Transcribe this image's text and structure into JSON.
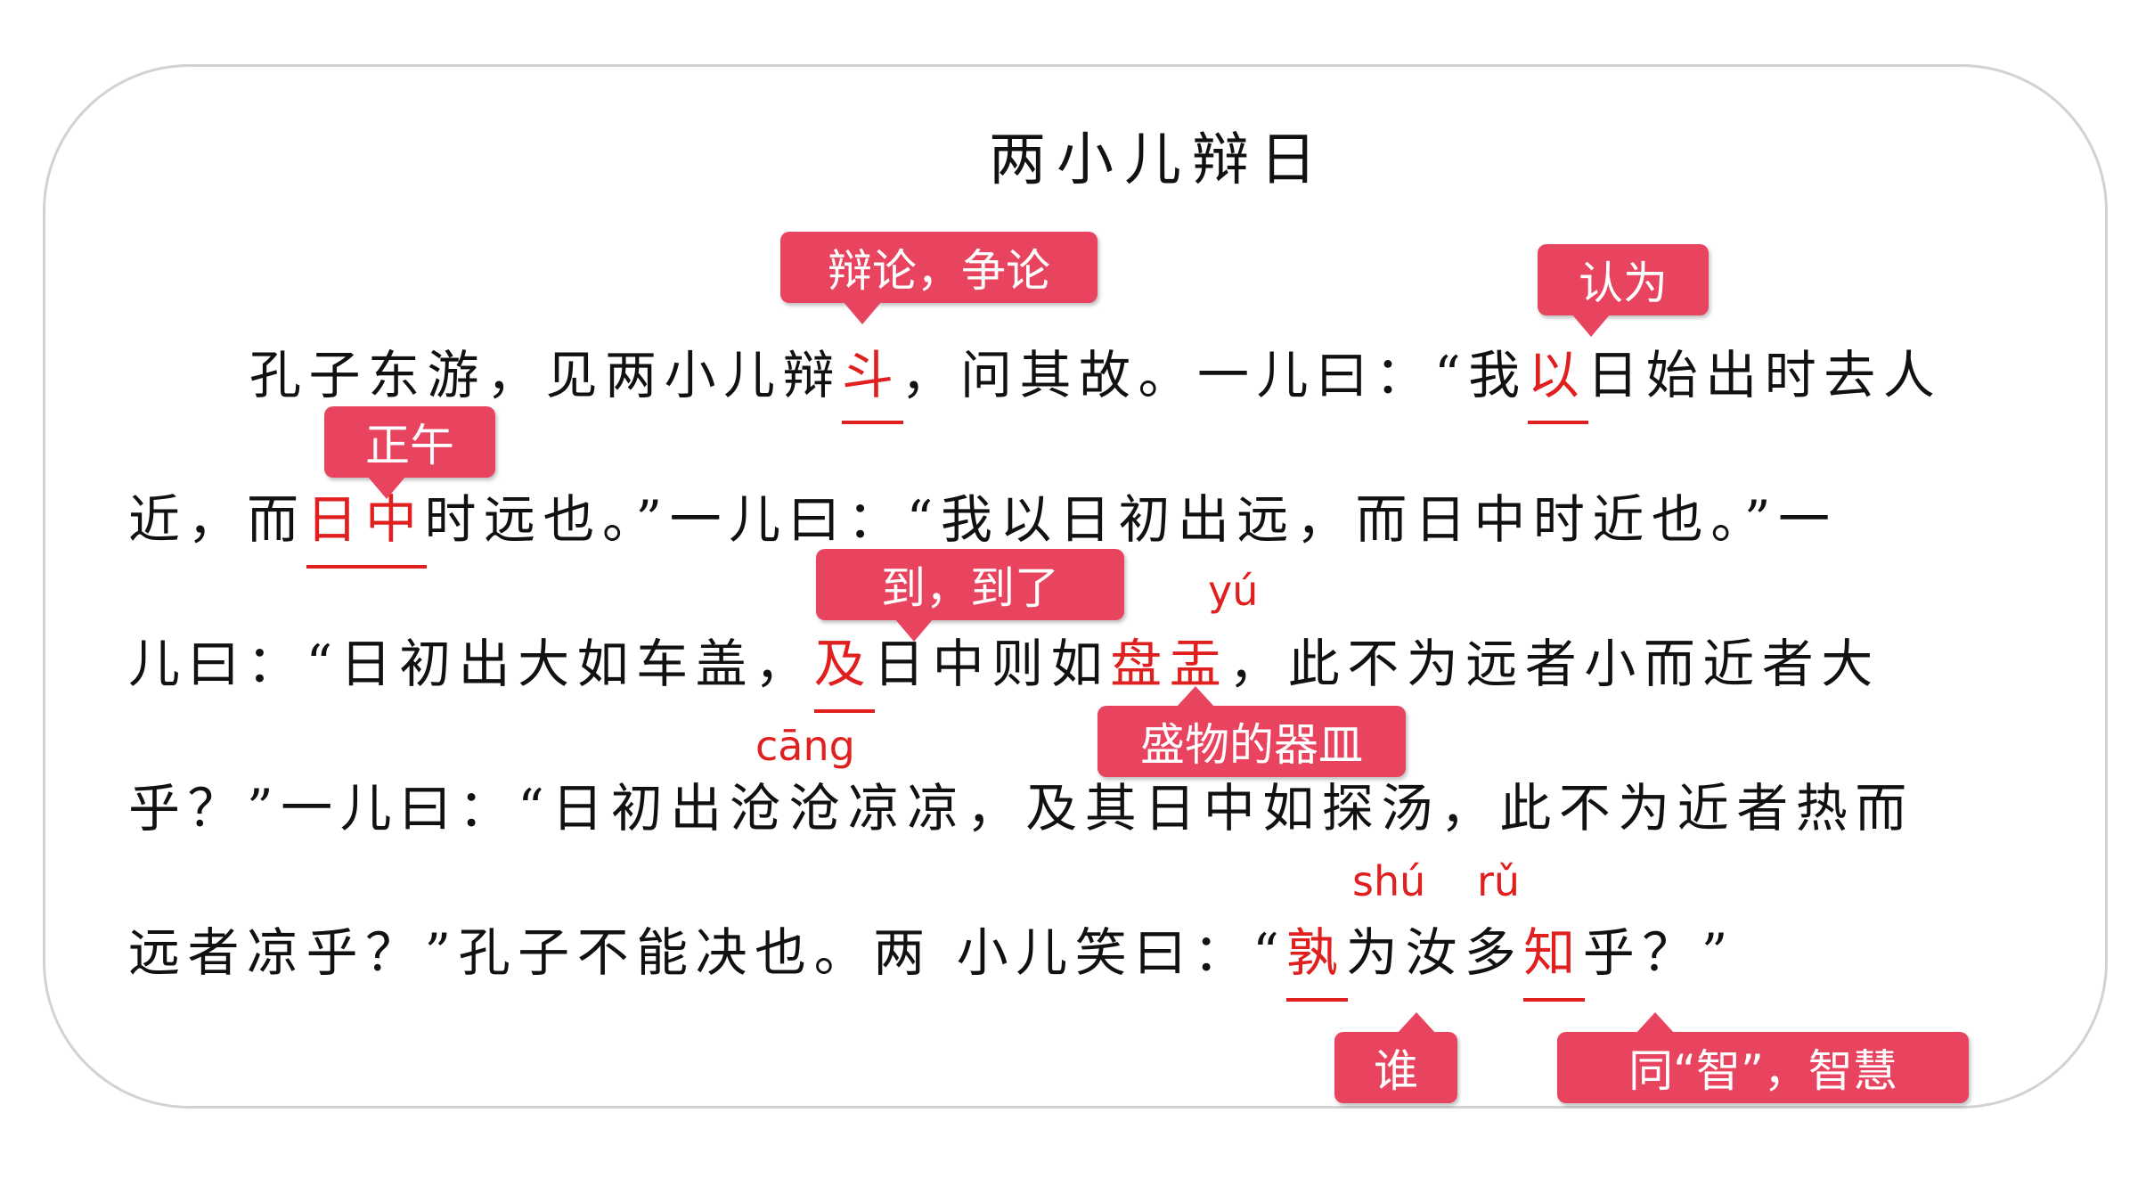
{
  "title": "两小儿辩日",
  "lines": [
    {
      "segments": [
        {
          "t": "孔子东游，见两小儿辩"
        },
        {
          "t": "斗",
          "hl": true
        },
        {
          "t": "，问其故。一儿曰：“我"
        },
        {
          "t": "以",
          "hl": true
        },
        {
          "t": "日始出时去人"
        }
      ]
    },
    {
      "segments": [
        {
          "t": "近，而"
        },
        {
          "t": "日中",
          "hl": true
        },
        {
          "t": "时远也。”一儿曰：“我以日初出远，而日中时近也。”一"
        }
      ]
    },
    {
      "segments": [
        {
          "t": "儿曰：“日初出大如车盖，"
        },
        {
          "t": "及",
          "hl": true
        },
        {
          "t": "日中则如"
        },
        {
          "t": "盘盂",
          "hl": true
        },
        {
          "t": "，此不为远者小而近者大"
        }
      ]
    },
    {
      "segments": [
        {
          "t": "乎？”一儿曰：“日初出沧沧凉凉，及其日中如探汤，此不为近者热而"
        }
      ]
    },
    {
      "segments": [
        {
          "t": "远者凉乎？”孔子不能决也。两 小儿笑曰：“"
        },
        {
          "t": "孰",
          "hl": true
        },
        {
          "t": "为汝多"
        },
        {
          "t": "知",
          "hl": true
        },
        {
          "t": "乎？”"
        }
      ]
    }
  ],
  "callouts": {
    "dou": "辩论，争论",
    "yi": "认为",
    "rizhong": "正午",
    "ji": "到，到了",
    "panyu": "盛物的器皿",
    "shu": "谁",
    "zhi": "同“智”，智慧"
  },
  "pinyin": {
    "yu": "yú",
    "cang": "cāng",
    "shu": "shú",
    "ru": "rǔ"
  },
  "colors": {
    "highlight": "#e01f1f",
    "callout_bg": "#e8445f",
    "frame_border": "#d2d2d2"
  }
}
